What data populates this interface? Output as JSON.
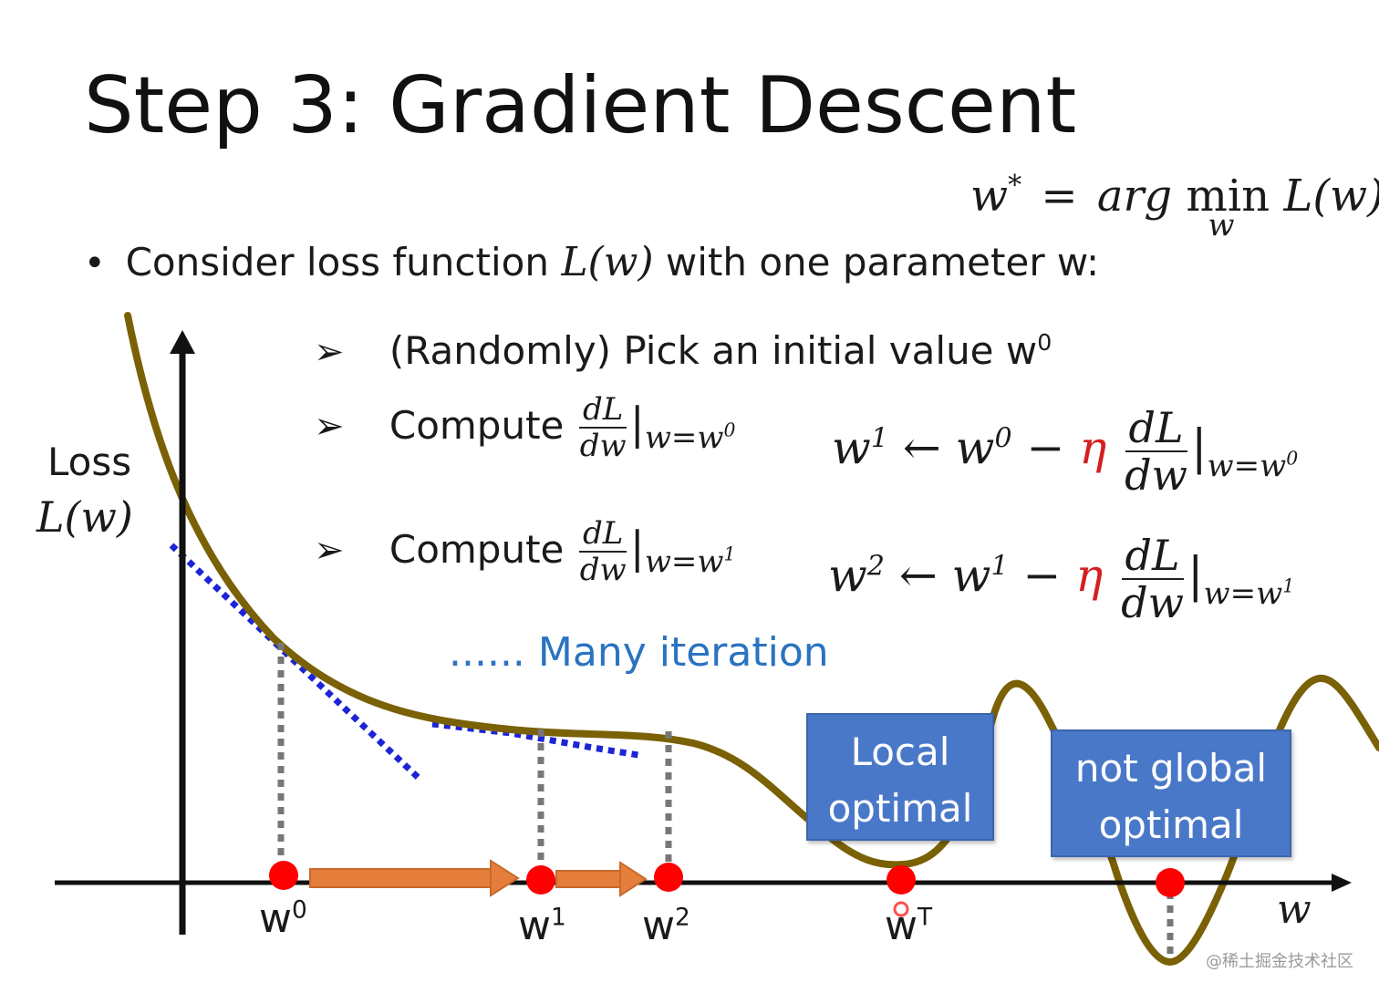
{
  "slide": {
    "title": "Step 3: Gradient Descent",
    "objective": {
      "lhs": "w",
      "lhs_sup": "*",
      "eq": "=",
      "arg": "arg",
      "min": "min",
      "min_sub": "w",
      "func": "L(w)"
    },
    "bullet": {
      "dot": "•",
      "text_before": "Consider loss function",
      "func": "L(w)",
      "text_after": "with one parameter w:"
    },
    "steps": [
      {
        "marker": "➢",
        "text": "(Randomly) Pick an initial value w",
        "sup": "0"
      },
      {
        "marker": "➢",
        "label": "Compute",
        "num": "dL",
        "den": "dw",
        "eval_bar": "|",
        "eval": "w=w",
        "eval_sup": "0"
      },
      {
        "marker": "➢",
        "label": "Compute",
        "num": "dL",
        "den": "dw",
        "eval_bar": "|",
        "eval": "w=w",
        "eval_sup": "1"
      }
    ],
    "updates": [
      {
        "lhs": "w",
        "lhs_sup": "1",
        "arrow": "←",
        "rhs": "w",
        "rhs_sup": "0",
        "minus": "−",
        "eta": "η",
        "num": "dL",
        "den": "dw",
        "eval_bar": "|",
        "eval": "w=w",
        "eval_sup": "0"
      },
      {
        "lhs": "w",
        "lhs_sup": "2",
        "arrow": "←",
        "rhs": "w",
        "rhs_sup": "1",
        "minus": "−",
        "eta": "η",
        "num": "dL",
        "den": "dw",
        "eval_bar": "|",
        "eval": "w=w",
        "eval_sup": "1"
      }
    ],
    "many_iteration": "...... Many iteration",
    "y_axis_label": {
      "line1": "Loss",
      "line2": "L(w)"
    },
    "x_axis_label": "w",
    "points": [
      {
        "label": "w",
        "sup": "0"
      },
      {
        "label": "w",
        "sup": "1"
      },
      {
        "label": "w",
        "sup": "2"
      },
      {
        "label": "w",
        "sup": "T"
      }
    ],
    "boxes": {
      "local": {
        "line1": "Local",
        "line2": "optimal"
      },
      "global": {
        "line1": "not global",
        "line2": "optimal"
      }
    },
    "watermark": "@稀土掘金技术社区",
    "colors": {
      "curve": "#7a6106",
      "tangent": "#1c24d6",
      "point": "#ff0000",
      "step_arrow": "#e57e3a",
      "box": "#4a78c9",
      "eta": "#d42020",
      "many_iteration": "#2a73c0"
    }
  }
}
